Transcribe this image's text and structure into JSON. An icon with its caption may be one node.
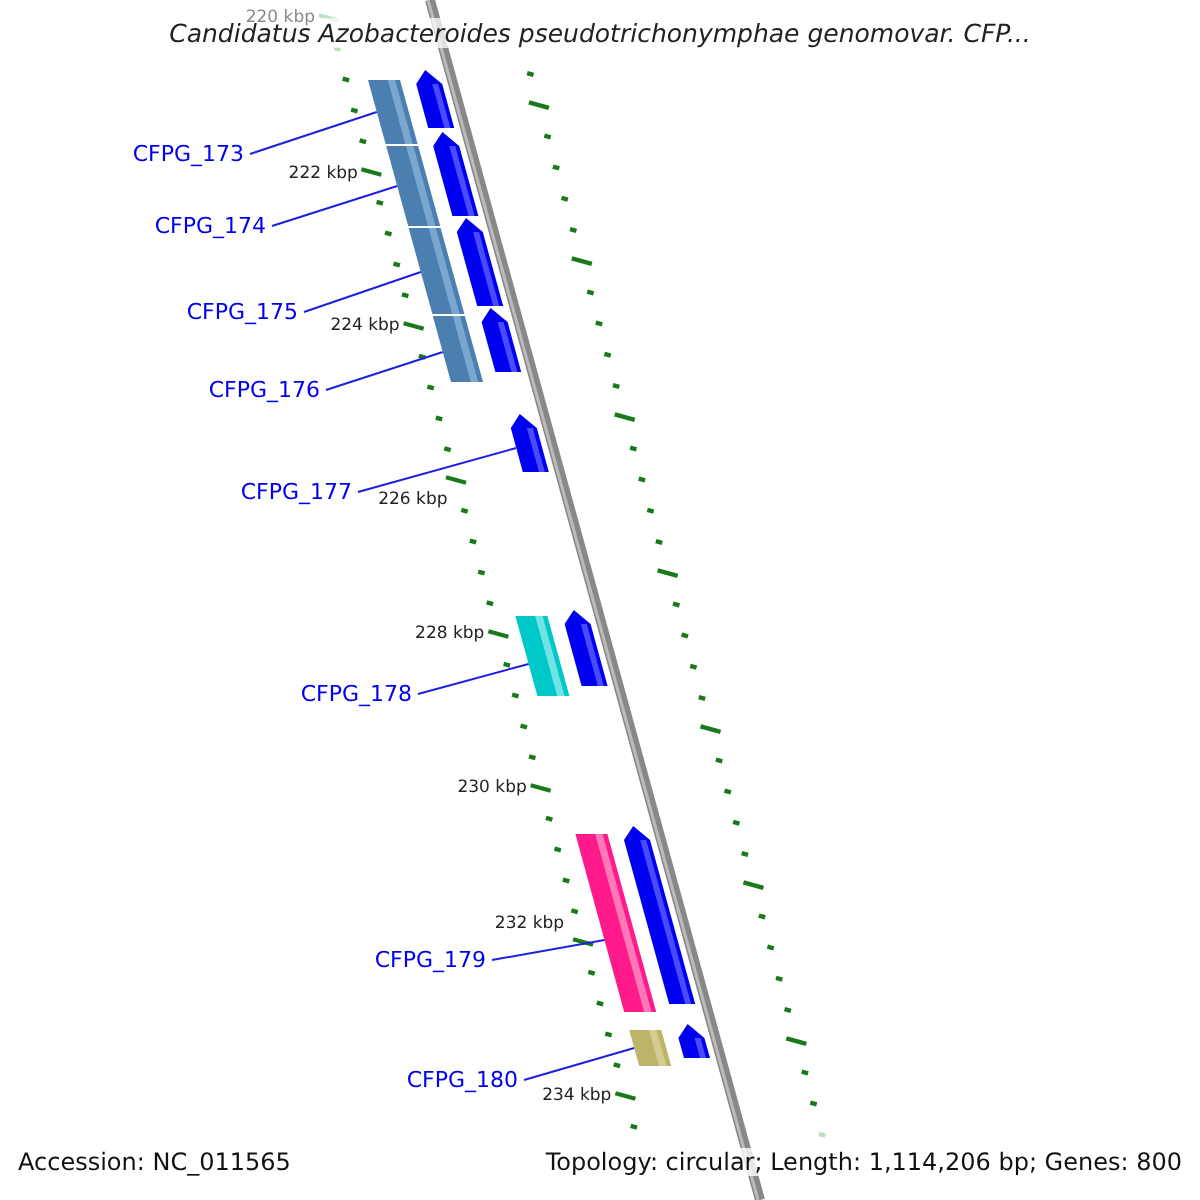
{
  "diagram": {
    "title": "Candidatus Azobacteroides pseudotrichonymphae genomovar. CFP...",
    "nodes": [
      {
        "text": [
          "CFPG_173"
        ]
      },
      {
        "text": [
          "CFPG_174"
        ]
      },
      {
        "text": [
          "CFPG_175"
        ]
      },
      {
        "text": [
          "CFPG_176"
        ]
      },
      {
        "text": [
          "CFPG_177"
        ]
      },
      {
        "text": [
          "CFPG_178"
        ]
      },
      {
        "text": [
          "CFPG_179"
        ]
      },
      {
        "text": [
          "CFPG_180"
        ]
      },
      {
        "text": [],
        "shape": "bar"
      },
      {
        "text": [],
        "shape": "bar"
      },
      {
        "text": [],
        "shape": "bar"
      },
      {
        "text": [],
        "shape": "bar"
      },
      {
        "text": [],
        "shape": "arrow"
      },
      {
        "text": [],
        "shape": "bar"
      },
      {
        "text": [],
        "shape": "bar"
      },
      {
        "text": [],
        "shape": "bar"
      },
      {
        "text": [],
        "shape": "arrow"
      },
      {
        "text": [],
        "shape": "arrow"
      },
      {
        "text": [],
        "shape": "arrow"
      },
      {
        "text": [],
        "shape": "arrow"
      },
      {
        "text": [],
        "shape": "arrow"
      },
      {
        "text": [],
        "shape": "arrow"
      },
      {
        "text": [],
        "shape": "arrow"
      }
    ],
    "edges": [
      {
        "from": 0,
        "to": 8,
        "arrow": "none"
      },
      {
        "from": 1,
        "to": 9,
        "arrow": "none"
      },
      {
        "from": 2,
        "to": 10,
        "arrow": "none"
      },
      {
        "from": 3,
        "to": 11,
        "arrow": "none"
      },
      {
        "from": 4,
        "to": 12,
        "arrow": "none"
      },
      {
        "from": 5,
        "to": 13,
        "arrow": "none"
      },
      {
        "from": 6,
        "to": 14,
        "arrow": "none"
      },
      {
        "from": 7,
        "to": 15,
        "arrow": "none"
      }
    ],
    "labels": [
      "220 kbp",
      "222 kbp",
      "224 kbp",
      "226 kbp",
      "228 kbp",
      "230 kbp",
      "232 kbp",
      "234 kbp",
      "Accession: NC_011565",
      "Topology: circular; Length: 1,114,206 bp; Genes: 800"
    ]
  }
}
